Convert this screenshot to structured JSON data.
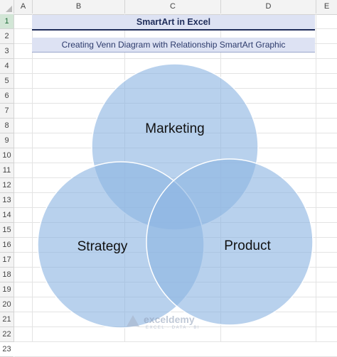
{
  "spreadsheet": {
    "columns": [
      "A",
      "B",
      "C",
      "D",
      "E"
    ],
    "rows": [
      "1",
      "2",
      "3",
      "4",
      "5",
      "6",
      "7",
      "8",
      "9",
      "10",
      "11",
      "12",
      "13",
      "14",
      "15",
      "16",
      "17",
      "18",
      "19",
      "20",
      "21",
      "22",
      "23"
    ],
    "active_row": "1"
  },
  "cells": {
    "title": "SmartArt in Excel",
    "subtitle": "Creating Venn Diagram with Relationship SmartArt Graphic"
  },
  "venn": {
    "circles": [
      {
        "label": "Marketing"
      },
      {
        "label": "Strategy"
      },
      {
        "label": "Product"
      }
    ],
    "fill_color": "#8db4e2",
    "stroke_color": "#ffffff"
  },
  "watermark": {
    "name": "exceldemy",
    "tagline": "EXCEL · DATA · BI"
  }
}
